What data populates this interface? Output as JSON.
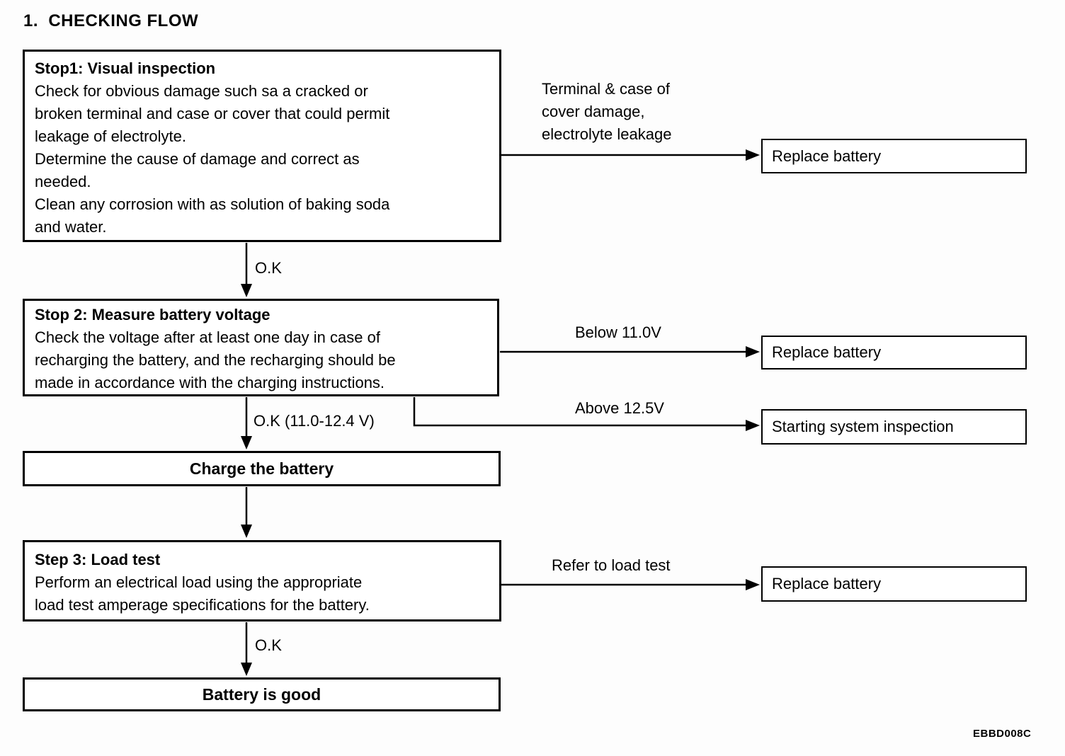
{
  "title": "1.  CHECKING FLOW",
  "figure_code": "EBBD008C",
  "nodes": {
    "step1": {
      "heading": "Stop1: Visual inspection",
      "body": "Check for obvious damage such sa a cracked or\nbroken terminal and case or cover that could permit\nleakage of electrolyte.\nDetermine the cause of damage and correct as\nneeded.\nClean any corrosion with as solution of baking soda\nand water."
    },
    "step2": {
      "heading": "Stop 2: Measure battery voltage",
      "body": "Check the voltage after at least one day in case of\nrecharging the battery, and the recharging should be\nmade in accordance with the charging instructions."
    },
    "charge": {
      "label": "Charge the battery"
    },
    "step3": {
      "heading": "Step 3: Load test",
      "body": "Perform an electrical load using the appropriate\nload test amperage specifications for the battery."
    },
    "good": {
      "label": "Battery is good"
    },
    "replace_battery_1": {
      "label": "Replace battery"
    },
    "replace_battery_2": {
      "label": "Replace battery"
    },
    "starting_system": {
      "label": "Starting system inspection"
    },
    "replace_battery_3": {
      "label": "Replace battery"
    }
  },
  "edge_labels": {
    "terminal_damage": "Terminal & case of\ncover damage,\nelectrolyte leakage",
    "ok_1": "O.K",
    "below_11v": "Below 11.0V",
    "above_12_5v": "Above 12.5V",
    "ok_range": "O.K (11.0-12.4 V)",
    "refer_load_test": "Refer to load test",
    "ok_3": "O.K"
  }
}
